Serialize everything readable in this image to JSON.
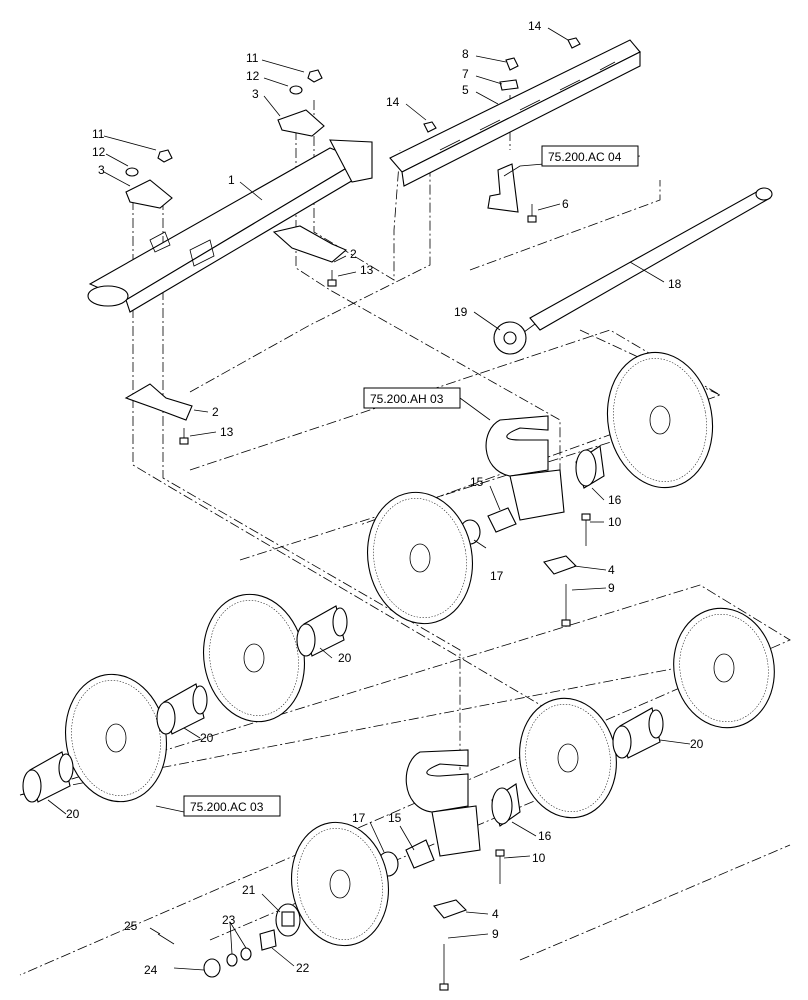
{
  "diagram": {
    "callouts": {
      "c1": "1",
      "c2a": "2",
      "c2b": "2",
      "c3a": "3",
      "c3b": "3",
      "c4a": "4",
      "c4b": "4",
      "c5": "5",
      "c6": "6",
      "c7": "7",
      "c8": "8",
      "c9a": "9",
      "c9b": "9",
      "c10a": "10",
      "c10b": "10",
      "c11a": "11",
      "c11b": "11",
      "c12a": "12",
      "c12b": "12",
      "c13a": "13",
      "c13b": "13",
      "c14a": "14",
      "c14b": "14",
      "c15a": "15",
      "c15b": "15",
      "c16a": "16",
      "c16b": "16",
      "c17a": "17",
      "c17b": "17",
      "c18": "18",
      "c19": "19",
      "c20a": "20",
      "c20b": "20",
      "c20c": "20",
      "c20d": "20",
      "c21": "21",
      "c22": "22",
      "c23": "23",
      "c24": "24",
      "c25": "25"
    },
    "references": {
      "ref_ac04": "75.200.AC 04",
      "ref_ah03": "75.200.AH 03",
      "ref_ac03": "75.200.AC 03"
    }
  }
}
